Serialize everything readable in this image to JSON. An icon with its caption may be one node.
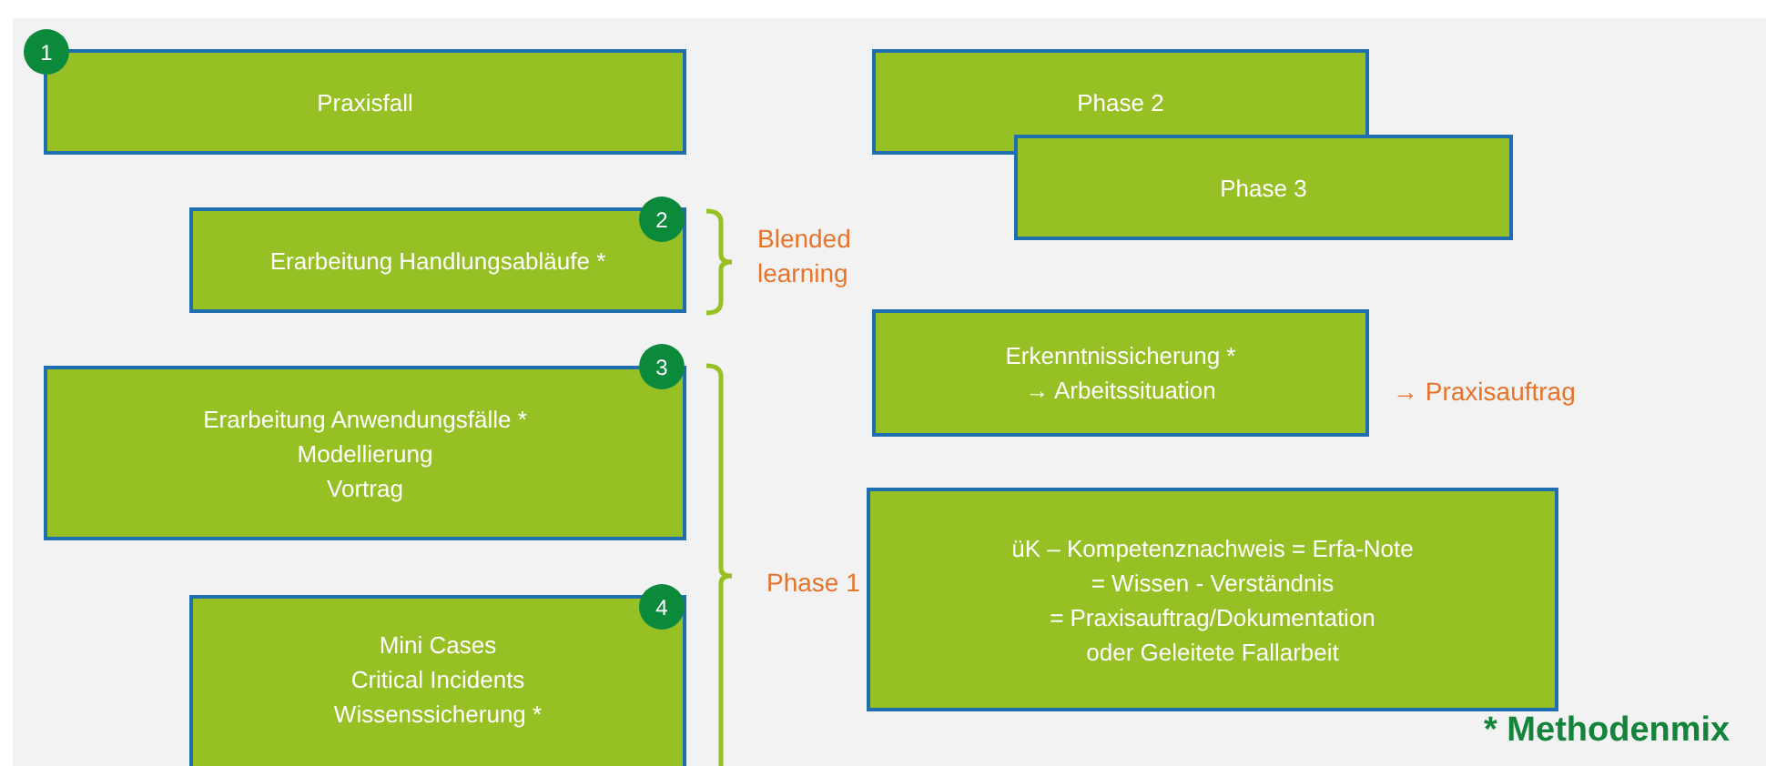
{
  "diagram": {
    "nodes": [
      {
        "text": [
          "Praxisfall"
        ]
      },
      {
        "text": [
          "1"
        ]
      },
      {
        "text": [
          "Erarbeitung Handlungsabläufe *"
        ]
      },
      {
        "text": [
          "2"
        ]
      },
      {
        "text": [
          "Erarbeitung Anwendungsfälle *",
          "Modellierung",
          "Vortrag"
        ]
      },
      {
        "text": [
          "3"
        ]
      },
      {
        "text": [
          "Mini Cases",
          "Critical Incidents",
          "Wissenssicherung *"
        ]
      },
      {
        "text": [
          "4"
        ]
      },
      {
        "text": [
          "Phase 2"
        ]
      },
      {
        "text": [
          "Phase 3"
        ]
      },
      {
        "text": [
          "Erkenntnissicherung *",
          "→ Arbeitssituation"
        ]
      },
      {
        "text": [
          "üK – Kompetenznachweis = Erfa-Note",
          "= Wissen - Verständnis",
          "= Praxisauftrag/Dokumentation",
          "oder Geleitete Fallarbeit"
        ]
      }
    ],
    "labels": [
      "Blended learning",
      "Phase 1",
      "→ Praxisauftrag",
      "* Methodenmix"
    ]
  }
}
